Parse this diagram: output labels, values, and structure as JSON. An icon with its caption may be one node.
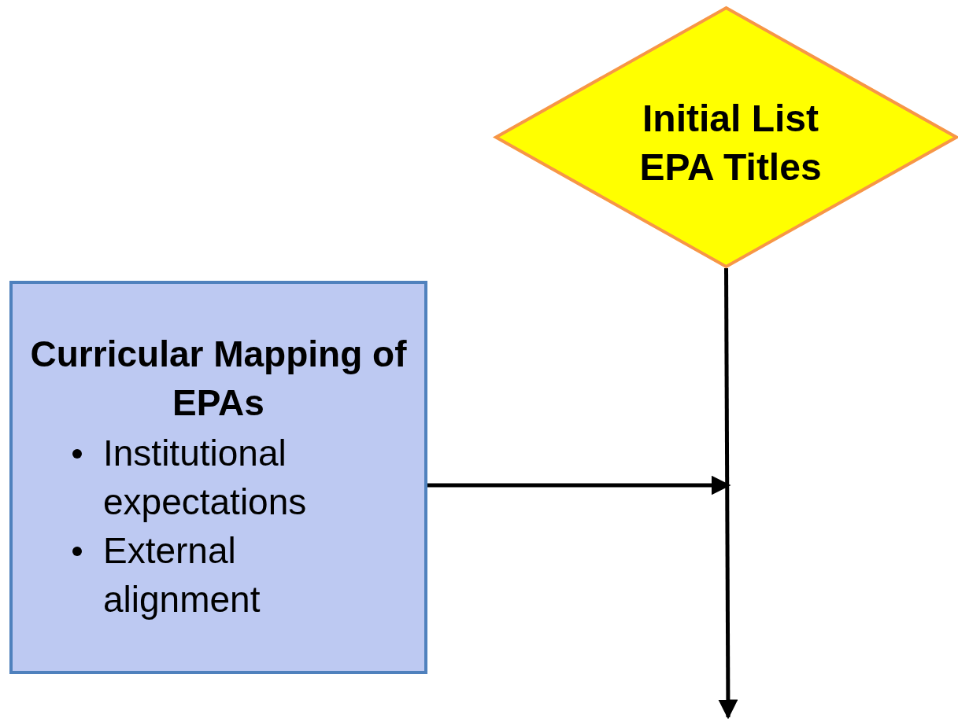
{
  "diagram": {
    "nodes": [
      {
        "text": [
          "Initial List EPA Titles"
        ]
      },
      {
        "text": [
          "Curricular Mapping of EPAs",
          "Institutional expectations",
          "External alignment"
        ]
      }
    ],
    "edges": [
      {
        "from": 0,
        "to": null,
        "arrow": "to"
      },
      {
        "from": 1,
        "to": null,
        "arrow": "to"
      }
    ]
  }
}
